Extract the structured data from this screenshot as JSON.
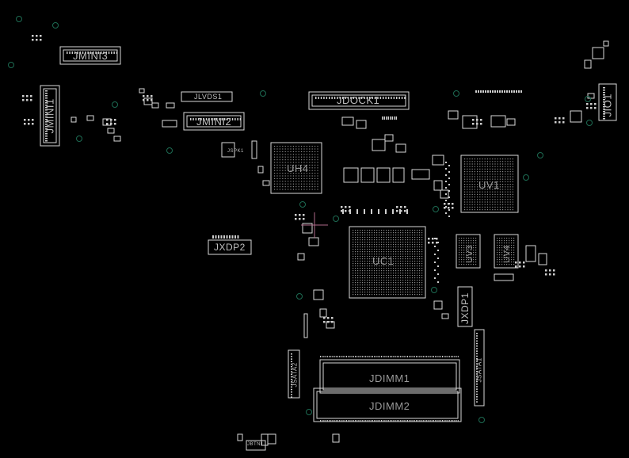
{
  "board": {
    "background": "#000000",
    "outline_color": "#d9d9d9",
    "via_color": "#1d6b52",
    "labels": {
      "jmini3": "JMINI3",
      "jmini1": "JMINI1",
      "jlvds1": "JLVDS1",
      "jmini2": "JMINI2",
      "jdock1": "JDOCK1",
      "jio1": "JIO1",
      "uh4": "UH4",
      "uv1": "UV1",
      "uc1": "UC1",
      "jxdp2": "JXDP2",
      "uv3": "UV3",
      "uv4": "UV4",
      "jxdp1": "JXDP1",
      "jsata1": "JSATA1",
      "jsata2": "JSATA2",
      "jdimm1": "JDIMM1",
      "jdimm2": "JDIMM2",
      "jbtn1": "JBTN1",
      "jspk1": "JSPK1"
    }
  }
}
